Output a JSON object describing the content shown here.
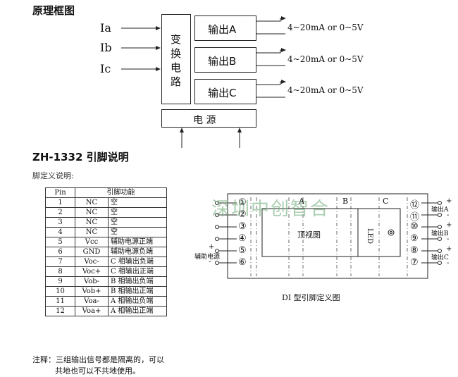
{
  "block_diagram": {
    "title": "原理框图",
    "inputs": [
      "Ia",
      "Ib",
      "Ic"
    ],
    "converter": [
      "变",
      "换",
      "电",
      "路"
    ],
    "outputs": [
      {
        "label": "输出A",
        "signal": "4~20mA or 0~5V"
      },
      {
        "label": "输出B",
        "signal": "4~20mA or 0~5V"
      },
      {
        "label": "输出C",
        "signal": "4~20mA or 0~5V"
      }
    ],
    "power": "电 源"
  },
  "pin_section": {
    "title": "ZH-1332 引脚说明",
    "subtitle": "脚定义说明:",
    "headers": [
      "Pin",
      "引脚功能"
    ],
    "rows": [
      {
        "pin": "1",
        "name": "NC",
        "func": "空"
      },
      {
        "pin": "2",
        "name": "NC",
        "func": "空"
      },
      {
        "pin": "3",
        "name": "NC",
        "func": "空"
      },
      {
        "pin": "4",
        "name": "NC",
        "func": "空"
      },
      {
        "pin": "5",
        "name": "Vcc",
        "func": "辅助电源正端"
      },
      {
        "pin": "6",
        "name": "GND",
        "func": "辅助电源负端"
      },
      {
        "pin": "7",
        "name": "Voc-",
        "func": "C 相输出负端"
      },
      {
        "pin": "8",
        "name": "Voc+",
        "func": "C 相输出正端"
      },
      {
        "pin": "9",
        "name": "Vob-",
        "func": "B 相输出负端"
      },
      {
        "pin": "10",
        "name": "Vob+",
        "func": "B 相输出正端"
      },
      {
        "pin": "11",
        "name": "Voa-",
        "func": "A 相输出负端"
      },
      {
        "pin": "12",
        "name": "Voa+",
        "func": "A 相输出正端"
      }
    ]
  },
  "pinout": {
    "watermark": "深圳中创智合",
    "zones": [
      "A",
      "B",
      "C"
    ],
    "top_view": "顶视图",
    "led": "LED",
    "left_pins": [
      "①",
      "②",
      "③",
      "④",
      "⑤",
      "⑥"
    ],
    "right_pins": [
      "⑫",
      "⑪",
      "⑩",
      "⑨",
      "⑧",
      "⑦"
    ],
    "aux_power": "辅助电源",
    "out_a": "输出A",
    "out_b": "输出B",
    "out_c": "输出C",
    "plus": "+",
    "minus": "-",
    "caption": "DI 型引脚定义图"
  },
  "note": {
    "line1": "注释：三组输出信号都是隔离的，可以",
    "line2": "共地也可以不共地使用。"
  }
}
